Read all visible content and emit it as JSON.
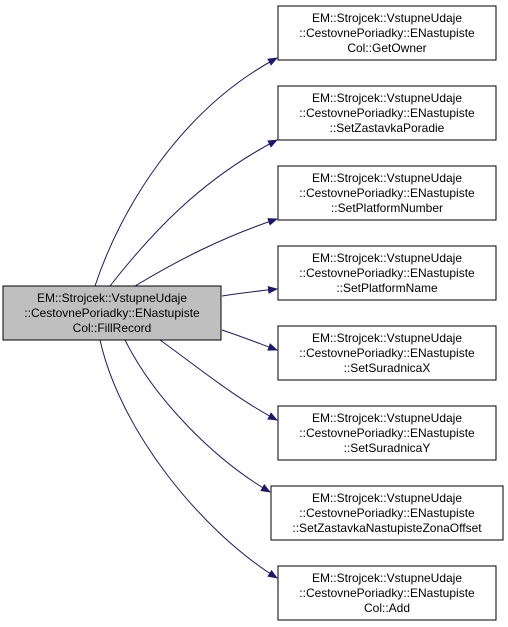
{
  "source": {
    "lines": [
      "EM::Strojcek::VstupneUdaje",
      "::CestovnePoriadky::ENastupiste",
      "Col::FillRecord"
    ]
  },
  "targets": [
    {
      "lines": [
        "EM::Strojcek::VstupneUdaje",
        "::CestovnePoriadky::ENastupiste",
        "Col::GetOwner"
      ]
    },
    {
      "lines": [
        "EM::Strojcek::VstupneUdaje",
        "::CestovnePoriadky::ENastupiste",
        "::SetZastavkaPoradie"
      ]
    },
    {
      "lines": [
        "EM::Strojcek::VstupneUdaje",
        "::CestovnePoriadky::ENastupiste",
        "::SetPlatformNumber"
      ]
    },
    {
      "lines": [
        "EM::Strojcek::VstupneUdaje",
        "::CestovnePoriadky::ENastupiste",
        "::SetPlatformName"
      ]
    },
    {
      "lines": [
        "EM::Strojcek::VstupneUdaje",
        "::CestovnePoriadky::ENastupiste",
        "::SetSuradnicaX"
      ]
    },
    {
      "lines": [
        "EM::Strojcek::VstupneUdaje",
        "::CestovnePoriadky::ENastupiste",
        "::SetSuradnicaY"
      ]
    },
    {
      "lines": [
        "EM::Strojcek::VstupneUdaje",
        "::CestovnePoriadky::ENastupiste",
        "::SetZastavkaNastupisteZonaOffset"
      ]
    },
    {
      "lines": [
        "EM::Strojcek::VstupneUdaje",
        "::CestovnePoriadky::ENastupiste",
        "Col::Add"
      ]
    }
  ],
  "colors": {
    "source_fill": "#bfbfbf",
    "node_fill": "#ffffff",
    "node_border": "#000000",
    "edge": "#191970"
  }
}
